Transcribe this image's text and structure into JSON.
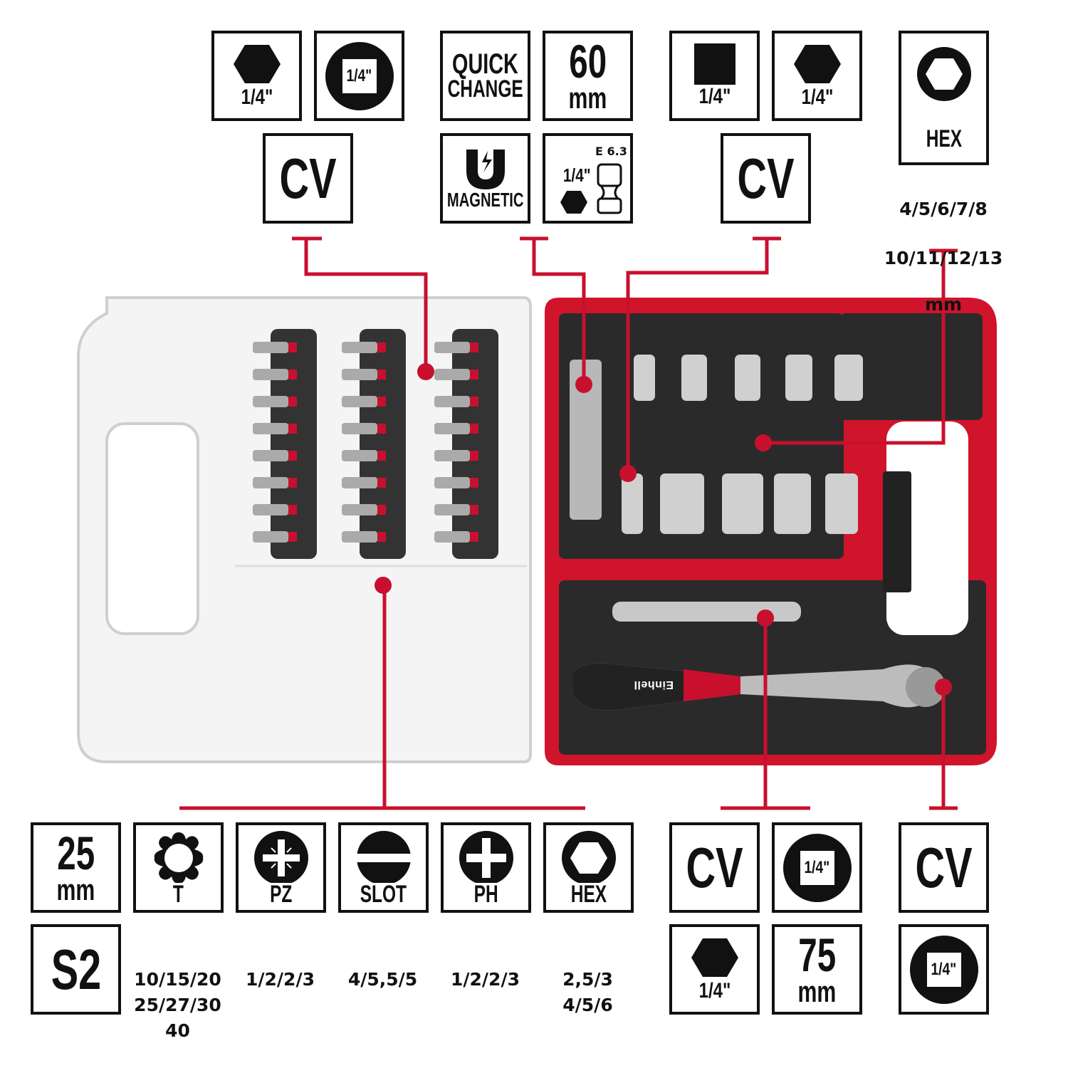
{
  "colors": {
    "callout_line": "#c8102e",
    "border": "#111111",
    "case_red": "#d0142c",
    "tray": "#2a2a2a"
  },
  "top": {
    "bit_hex": {
      "icon": "hexagon-icon",
      "label": "1/4\""
    },
    "bit_drive": {
      "icon": "square-drive-circle-icon",
      "label": "1/4\""
    },
    "bit_material": "CV",
    "holder_quick": {
      "line1": "QUICK",
      "line2": "CHANGE"
    },
    "holder_length": {
      "value": "60",
      "unit": "mm"
    },
    "holder_magnetic": {
      "icon": "magnet-icon",
      "label": "MAGNETIC"
    },
    "holder_shank": {
      "standard": "E 6.3",
      "size": "1/4\"",
      "icon": "hex-shank-icon"
    },
    "socket_square": {
      "icon": "square-icon",
      "label": "1/4\""
    },
    "socket_hex": {
      "icon": "hexagon-icon",
      "label": "1/4\""
    },
    "socket_material": "CV",
    "socket_type": {
      "icon": "hex-socket-icon",
      "label": "HEX",
      "sizes_line1": "4/5/6/7/8",
      "sizes_line2": "10/11/12/13",
      "unit": "mm"
    }
  },
  "bottom": {
    "bit_length": {
      "value": "25",
      "unit": "mm"
    },
    "bit_steel": "S2",
    "bit_types": [
      {
        "label": "T",
        "icon": "torx-icon",
        "sizes": "10/15/20\n25/27/30\n40"
      },
      {
        "label": "PZ",
        "icon": "pozidriv-icon",
        "sizes": "1/2/2/3"
      },
      {
        "label": "SLOT",
        "icon": "slotted-icon",
        "sizes": "4/5,5/5"
      },
      {
        "label": "PH",
        "icon": "phillips-icon",
        "sizes": "1/2/2/3"
      },
      {
        "label": "HEX",
        "icon": "hex-socket-icon",
        "sizes": "2,5/3\n4/5/6"
      }
    ],
    "extension_material": "CV",
    "extension_drive": {
      "label": "1/4\"",
      "icon": "square-drive-circle-icon"
    },
    "extension_hex": {
      "label": "1/4\"",
      "icon": "hexagon-icon"
    },
    "extension_length": {
      "value": "75",
      "unit": "mm"
    },
    "ratchet_material": "CV",
    "ratchet_drive": {
      "label": "1/4\"",
      "icon": "square-drive-circle-icon"
    }
  },
  "product": {
    "brand": "Einhell",
    "socket_sizes_top": [
      "4",
      "5",
      "6",
      "7",
      "8"
    ],
    "socket_sizes_bottom": [
      "13",
      "12",
      "11",
      "10"
    ]
  }
}
